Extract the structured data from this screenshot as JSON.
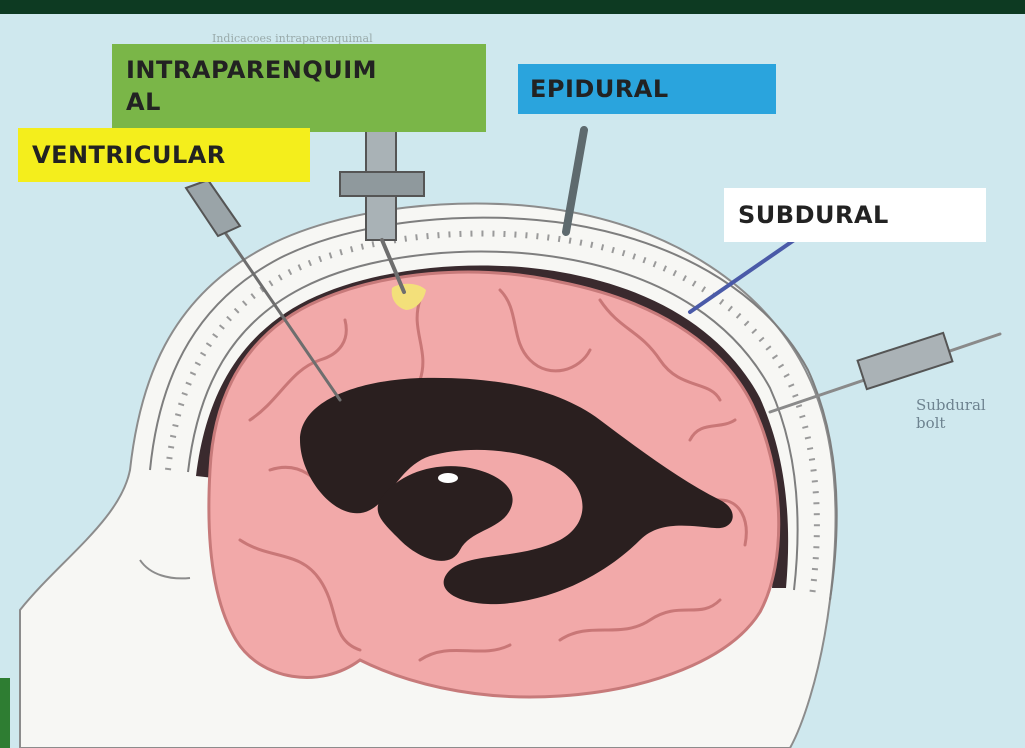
{
  "labels": {
    "intraparenquimal_line1": "INTRAPARENQUIM",
    "intraparenquimal_line2": "AL",
    "ventricular": "VENTRICULAR",
    "epidural": "EPIDURAL",
    "subdural": "SUBDURAL"
  },
  "small_text": {
    "top_caption": "Indicacoes intraparenquimal",
    "subdural_bolt": "Subdural bolt"
  },
  "colors": {
    "background": "#cfe8ee",
    "top_bar": "#0d3a22",
    "brain": "#f2a9a9",
    "ventricle": "#2a1f1f",
    "skull": "#f4f4f2",
    "intraparenquimal_box": "#7ab648",
    "ventricular_box": "#f4ee1c",
    "epidural_box": "#2aa4dd",
    "subdural_box": "#ffffff"
  }
}
